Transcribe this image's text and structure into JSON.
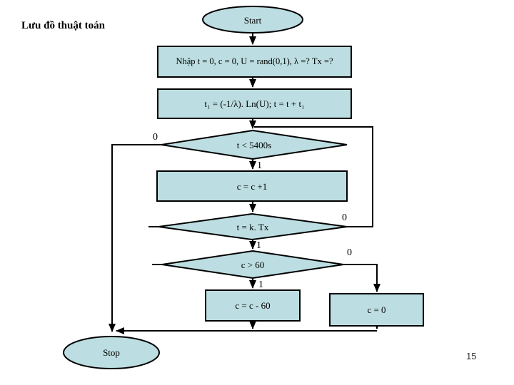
{
  "slide": {
    "title": "Lưu đồ thuật toán",
    "page_number": "15"
  },
  "colors": {
    "shape_fill": "#bcdde1",
    "line_color": "#000000",
    "text_color": "#000000"
  },
  "nodes": {
    "start": {
      "type": "ellipse",
      "label": "Start"
    },
    "input": {
      "type": "process",
      "label": "Nhập t = 0, c = 0, U = rand(0,1), λ =? Tx =?"
    },
    "compute": {
      "type": "process",
      "label": "t₁ = (-1/λ). Ln(U); t = t + t₁"
    },
    "check_time": {
      "type": "decision",
      "label": "t < 5400s"
    },
    "increment": {
      "type": "process",
      "label": "c = c +1"
    },
    "check_tx": {
      "type": "decision",
      "label": "t = k. Tx"
    },
    "check_count": {
      "type": "decision",
      "label": "c > 60"
    },
    "subtract": {
      "type": "process",
      "label": "c = c - 60"
    },
    "reset": {
      "type": "process",
      "label": "c = 0"
    },
    "stop": {
      "type": "ellipse",
      "label": "Stop"
    }
  },
  "branches": {
    "check_time_no": "0",
    "check_time_yes": "1",
    "check_tx_no": "0",
    "check_tx_yes": "1",
    "check_count_no": "0",
    "check_count_yes": "1"
  }
}
